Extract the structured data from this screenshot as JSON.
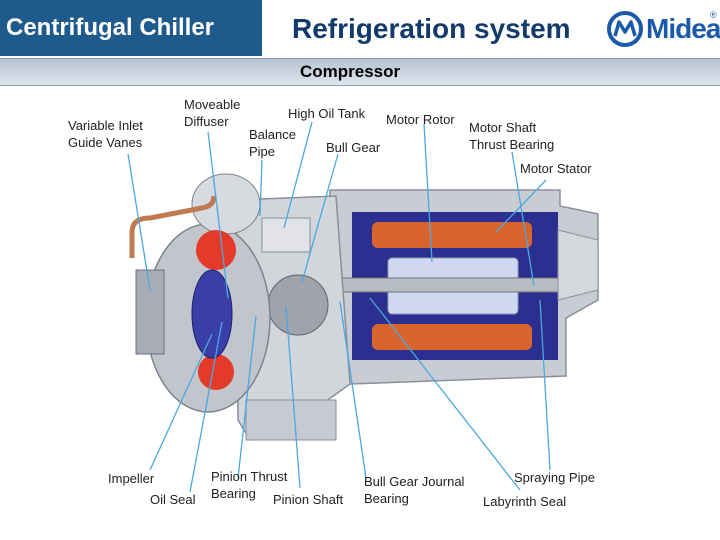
{
  "header": {
    "left_title": "Centrifugal Chiller",
    "right_title": "Refrigeration system",
    "logo": "Midea",
    "logo_reg": "®"
  },
  "subtitle": "Compressor",
  "labels": {
    "variable_inlet_guide_vanes": "Variable Inlet Guide Vanes",
    "moveable_diffuser": "Moveable Diffuser",
    "balance_pipe": "Balance Pipe",
    "high_oil_tank": "High Oil Tank",
    "bull_gear": "Bull Gear",
    "motor_rotor": "Motor Rotor",
    "motor_shaft_thrust_bearing": "Motor Shaft Thrust Bearing",
    "motor_stator": "Motor Stator",
    "impeller": "Impeller",
    "oil_seal": "Oil Seal",
    "pinion_thrust_bearing": "Pinion Thrust Bearing",
    "pinion_shaft": "Pinion Shaft",
    "bull_gear_journal_bearing": "Bull Gear Journal Bearing",
    "spraying_pipe": "Spraying Pipe",
    "labyrinth_seal": "Labyrinth Seal"
  },
  "colors": {
    "header_bar": "#1f5a8c",
    "title_text": "#123a6a",
    "logo": "#1a5aa8",
    "leader_line": "#4aa8e0",
    "casing": "#c9cdd3",
    "interior": "#2b2f8f",
    "stator": "#d9642e",
    "rotor": "#cfd8f0"
  }
}
